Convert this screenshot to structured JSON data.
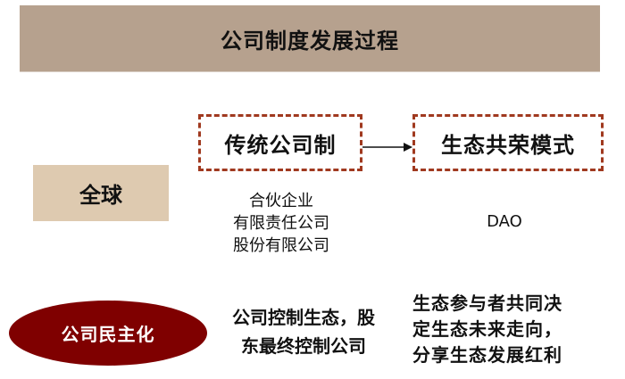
{
  "header": {
    "title": "公司制度发展过程"
  },
  "row_global": {
    "label": "全球",
    "traditional": {
      "title": "传统公司制",
      "items": [
        "合伙企业",
        "有限责任公司",
        "股份有限公司"
      ]
    },
    "ecosystem": {
      "title": "生态共荣模式",
      "items": [
        "DAO"
      ]
    },
    "arrow": "arrow-right"
  },
  "row_democratization": {
    "label": "公司民主化",
    "traditional_desc": [
      "公司控制生态，股",
      "东最终控制公司"
    ],
    "ecosystem_desc": [
      "生态参与者共同决",
      "定生态未来走向，",
      "分享生态发展红利"
    ]
  },
  "colors": {
    "header_bg": "#b6a18e",
    "global_bg": "#decab0",
    "dash_border": "#a0391f",
    "ellipse_bg": "#7f0000"
  }
}
